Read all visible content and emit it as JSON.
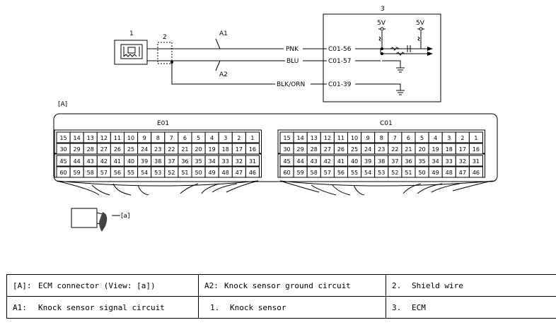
{
  "callouts": {
    "sensor": "1",
    "shield": "2",
    "ecm": "3",
    "a1": "A1",
    "a2": "A2",
    "view_a": "[A]",
    "view_sub": "[a]"
  },
  "wires": [
    {
      "color": "PNK",
      "pin": "C01-56"
    },
    {
      "color": "BLU",
      "pin": "C01-57"
    },
    {
      "color": "BLK/ORN",
      "pin": "C01-39"
    }
  ],
  "supplies": [
    "5V",
    "5V"
  ],
  "connectors": [
    {
      "name": "E01"
    },
    {
      "name": "C01"
    }
  ],
  "pin_rows": [
    [
      "15",
      "14",
      "13",
      "12",
      "11",
      "10",
      "9",
      "8",
      "7",
      "6",
      "5",
      "4",
      "3",
      "2",
      "1"
    ],
    [
      "30",
      "29",
      "28",
      "27",
      "26",
      "25",
      "24",
      "23",
      "22",
      "21",
      "20",
      "19",
      "18",
      "17",
      "16"
    ],
    [
      "45",
      "44",
      "43",
      "42",
      "41",
      "40",
      "39",
      "38",
      "37",
      "36",
      "35",
      "34",
      "33",
      "32",
      "31"
    ],
    [
      "60",
      "59",
      "58",
      "57",
      "56",
      "55",
      "54",
      "53",
      "52",
      "51",
      "50",
      "49",
      "48",
      "47",
      "46"
    ]
  ],
  "legend": [
    [
      {
        "code": "[A]:",
        "text": "ECM connector (View: [a])"
      },
      {
        "code": "A2:",
        "text": "Knock sensor ground circuit"
      },
      {
        "code": "2.",
        "text": "Shield wire"
      }
    ],
    [
      {
        "code": "A1:",
        "text": "Knock sensor signal circuit"
      },
      {
        "code": "1.",
        "text": "Knock sensor"
      },
      {
        "code": "3.",
        "text": "ECM"
      }
    ]
  ]
}
